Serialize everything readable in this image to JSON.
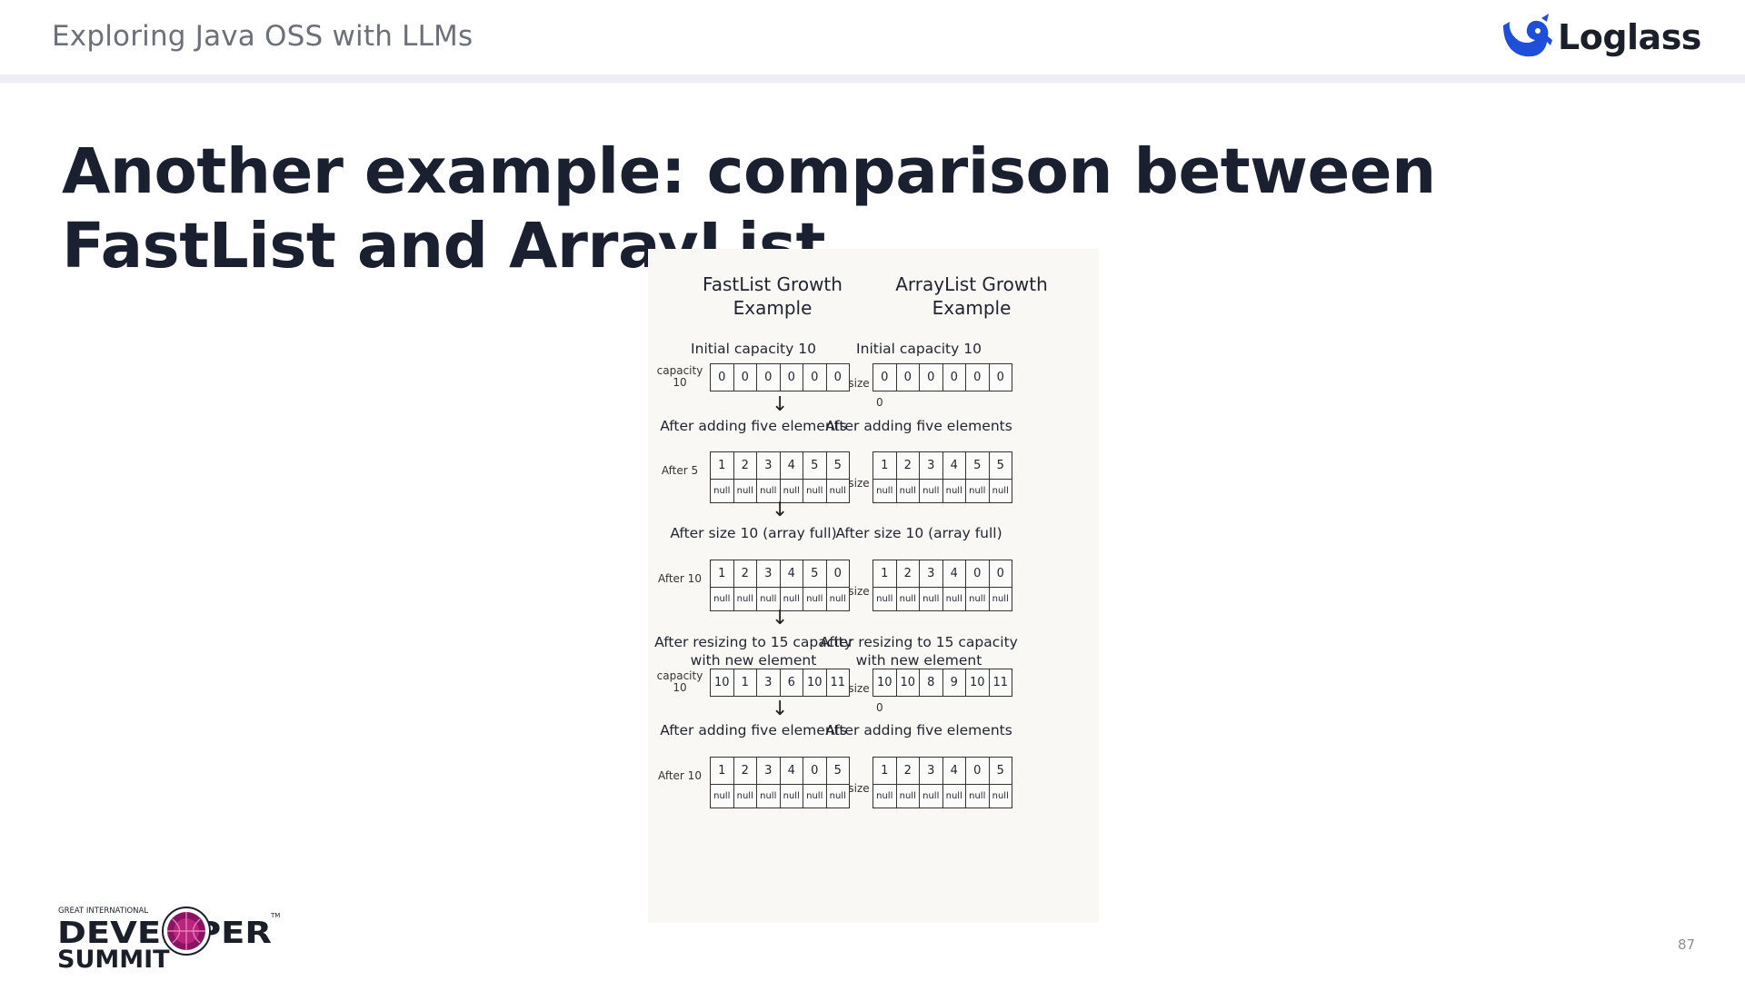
{
  "header": {
    "title": "Exploring Java OSS with LLMs",
    "logo_text": "Loglass"
  },
  "slide": {
    "title": "Another example: comparison between FastList and ArrayList"
  },
  "figure": {
    "fastlist": {
      "heading": "FastList Growth Example",
      "blocks": [
        {
          "caption": "Initial capacity 10",
          "label": "capacity 10",
          "values": [
            "0",
            "0",
            "0",
            "0",
            "0",
            "0"
          ],
          "nulls": []
        },
        {
          "caption": "After adding five elements",
          "label": "After 5",
          "values": [
            "1",
            "2",
            "3",
            "4",
            "5",
            "5"
          ],
          "nulls": [
            "null",
            "null",
            "null",
            "null",
            "null",
            "null"
          ]
        },
        {
          "caption": "After size 10 (array full)",
          "label": "After 10",
          "values": [
            "1",
            "2",
            "3",
            "4",
            "5",
            "0"
          ],
          "nulls": [
            "null",
            "null",
            "null",
            "null",
            "null",
            "null"
          ]
        },
        {
          "caption": "After resizing to 15 capacity with new element",
          "label": "capacity 10",
          "values": [
            "10",
            "1",
            "3",
            "6",
            "10",
            "11"
          ],
          "nulls": []
        },
        {
          "caption": "After adding five elements",
          "label": "After 10",
          "values": [
            "1",
            "2",
            "3",
            "4",
            "0",
            "5"
          ],
          "nulls": [
            "null",
            "null",
            "null",
            "null",
            "null",
            "null"
          ]
        }
      ]
    },
    "arraylist": {
      "heading": "ArrayList Growth Example",
      "blocks": [
        {
          "caption": "Initial capacity 10",
          "label": "size",
          "below": "0",
          "values": [
            "0",
            "0",
            "0",
            "0",
            "0",
            "0"
          ],
          "nulls": []
        },
        {
          "caption": "After adding five elements",
          "label": "size",
          "below": "",
          "values": [
            "1",
            "2",
            "3",
            "4",
            "5",
            "5"
          ],
          "nulls": [
            "null",
            "null",
            "null",
            "null",
            "null",
            "null"
          ]
        },
        {
          "caption": "After size 10 (array full)",
          "label": "size",
          "below": "",
          "values": [
            "1",
            "2",
            "3",
            "4",
            "0",
            "0"
          ],
          "nulls": [
            "null",
            "null",
            "null",
            "null",
            "null",
            "null"
          ]
        },
        {
          "caption": "After resizing to 15 capacity with new element",
          "label": "size",
          "below": "0",
          "values": [
            "10",
            "10",
            "8",
            "9",
            "10",
            "11"
          ],
          "nulls": []
        },
        {
          "caption": "After adding five elements",
          "label": "size",
          "below": "",
          "values": [
            "1",
            "2",
            "3",
            "4",
            "0",
            "5"
          ],
          "nulls": [
            "null",
            "null",
            "null",
            "null",
            "null",
            "null"
          ]
        }
      ]
    }
  },
  "footer": {
    "event_logo_line1": "GREAT INTERNATIONAL",
    "event_logo_line2": "DEVELOPER",
    "event_logo_line3": "SUMMIT",
    "event_logo_tm": "TM",
    "page_number": "87"
  },
  "colors": {
    "brand_blue": "#1f4fd8",
    "title": "#1b2030",
    "summit_magenta": "#a0186a"
  }
}
